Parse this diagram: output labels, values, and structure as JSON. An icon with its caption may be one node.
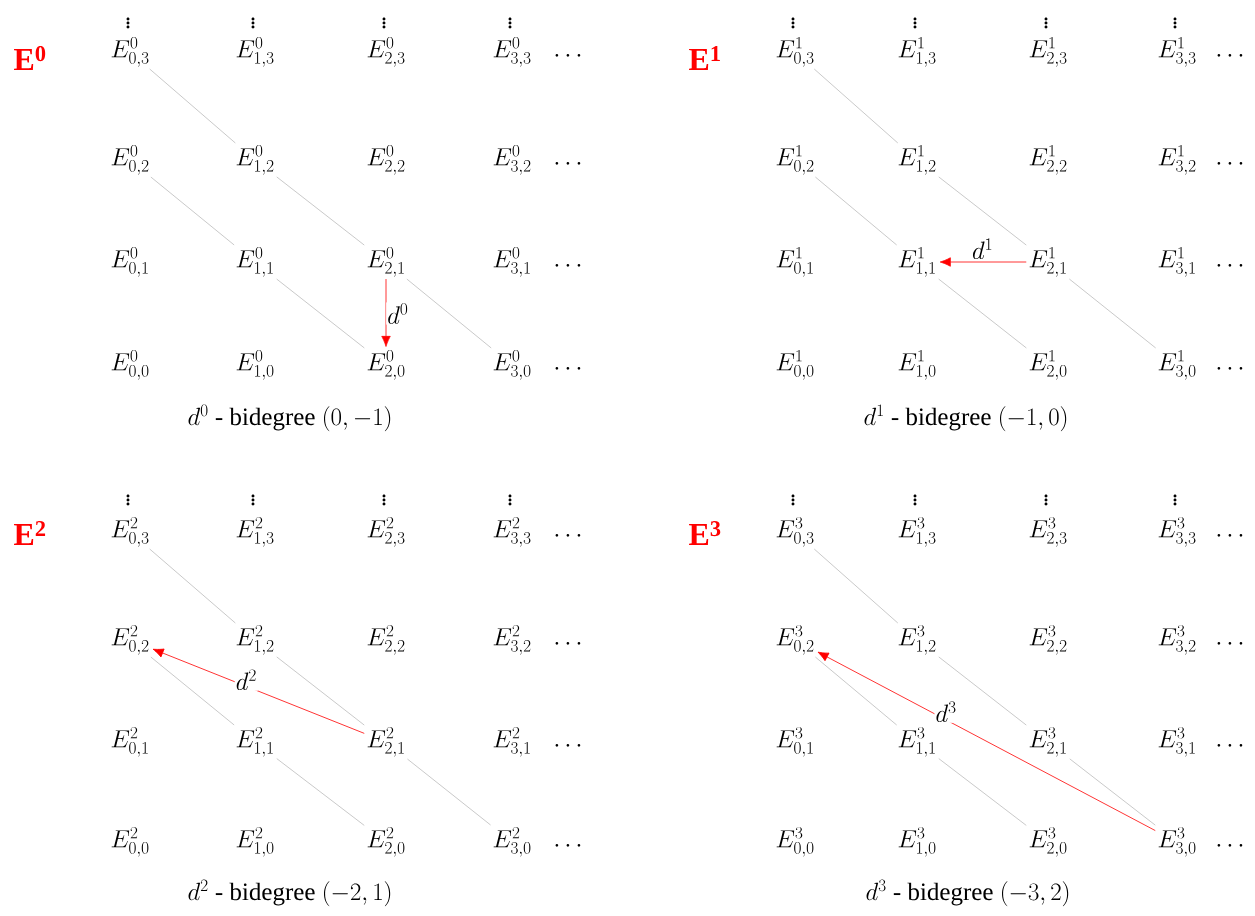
{
  "diagram": {
    "nodes": [
      {
        "text": [
          "E^{0}_{0,3}"
        ]
      },
      {
        "text": [
          "E^{0}_{1,3}"
        ]
      },
      {
        "text": [
          "E^{0}_{2,3}"
        ]
      },
      {
        "text": [
          "E^{0}_{3,3}"
        ]
      },
      {
        "text": [
          "E^{0}_{0,2}"
        ]
      },
      {
        "text": [
          "E^{0}_{1,2}"
        ]
      },
      {
        "text": [
          "E^{0}_{2,2}"
        ]
      },
      {
        "text": [
          "E^{0}_{3,2}"
        ]
      },
      {
        "text": [
          "E^{0}_{0,1}"
        ]
      },
      {
        "text": [
          "E^{0}_{1,1}"
        ]
      },
      {
        "text": [
          "E^{0}_{2,1}"
        ]
      },
      {
        "text": [
          "E^{0}_{3,1}"
        ]
      },
      {
        "text": [
          "E^{0}_{0,0}"
        ]
      },
      {
        "text": [
          "E^{0}_{1,0}"
        ]
      },
      {
        "text": [
          "E^{0}_{2,0}"
        ]
      },
      {
        "text": [
          "E^{0}_{3,0}"
        ]
      },
      {
        "text": [
          "E^{1}_{0,3}"
        ]
      },
      {
        "text": [
          "E^{1}_{1,3}"
        ]
      },
      {
        "text": [
          "E^{1}_{2,3}"
        ]
      },
      {
        "text": [
          "E^{1}_{3,3}"
        ]
      },
      {
        "text": [
          "E^{1}_{0,2}"
        ]
      },
      {
        "text": [
          "E^{1}_{1,2}"
        ]
      },
      {
        "text": [
          "E^{1}_{2,2}"
        ]
      },
      {
        "text": [
          "E^{1}_{3,2}"
        ]
      },
      {
        "text": [
          "E^{1}_{0,1}"
        ]
      },
      {
        "text": [
          "E^{1}_{1,1}"
        ]
      },
      {
        "text": [
          "E^{1}_{2,1}"
        ]
      },
      {
        "text": [
          "E^{1}_{3,1}"
        ]
      },
      {
        "text": [
          "E^{1}_{0,0}"
        ]
      },
      {
        "text": [
          "E^{1}_{1,0}"
        ]
      },
      {
        "text": [
          "E^{1}_{2,0}"
        ]
      },
      {
        "text": [
          "E^{1}_{3,0}"
        ]
      },
      {
        "text": [
          "E^{2}_{0,3}"
        ]
      },
      {
        "text": [
          "E^{2}_{1,3}"
        ]
      },
      {
        "text": [
          "E^{2}_{2,3}"
        ]
      },
      {
        "text": [
          "E^{2}_{3,3}"
        ]
      },
      {
        "text": [
          "E^{2}_{0,2}"
        ]
      },
      {
        "text": [
          "E^{2}_{1,2}"
        ]
      },
      {
        "text": [
          "E^{2}_{2,2}"
        ]
      },
      {
        "text": [
          "E^{2}_{3,2}"
        ]
      },
      {
        "text": [
          "E^{2}_{0,1}"
        ]
      },
      {
        "text": [
          "E^{2}_{1,1}"
        ]
      },
      {
        "text": [
          "E^{2}_{2,1}"
        ]
      },
      {
        "text": [
          "E^{2}_{3,1}"
        ]
      },
      {
        "text": [
          "E^{2}_{0,0}"
        ]
      },
      {
        "text": [
          "E^{2}_{1,0}"
        ]
      },
      {
        "text": [
          "E^{2}_{2,0}"
        ]
      },
      {
        "text": [
          "E^{2}_{3,0}"
        ]
      },
      {
        "text": [
          "E^{3}_{0,3}"
        ]
      },
      {
        "text": [
          "E^{3}_{1,3}"
        ]
      },
      {
        "text": [
          "E^{3}_{2,3}"
        ]
      },
      {
        "text": [
          "E^{3}_{3,3}"
        ]
      },
      {
        "text": [
          "E^{3}_{0,2}"
        ]
      },
      {
        "text": [
          "E^{3}_{1,2}"
        ]
      },
      {
        "text": [
          "E^{3}_{2,2}"
        ]
      },
      {
        "text": [
          "E^{3}_{3,2}"
        ]
      },
      {
        "text": [
          "E^{3}_{0,1}"
        ]
      },
      {
        "text": [
          "E^{3}_{1,1}"
        ]
      },
      {
        "text": [
          "E^{3}_{2,1}"
        ]
      },
      {
        "text": [
          "E^{3}_{3,1}"
        ]
      },
      {
        "text": [
          "E^{3}_{0,0}"
        ]
      },
      {
        "text": [
          "E^{3}_{1,0}"
        ]
      },
      {
        "text": [
          "E^{3}_{2,0}"
        ]
      },
      {
        "text": [
          "E^{3}_{3,0}"
        ]
      }
    ],
    "edges": [
      {
        "from": 0,
        "to": 5,
        "arrow": "none"
      },
      {
        "from": 5,
        "to": 10,
        "arrow": "none"
      },
      {
        "from": 10,
        "to": 15,
        "arrow": "none"
      },
      {
        "from": 4,
        "to": 9,
        "arrow": "none"
      },
      {
        "from": 9,
        "to": 14,
        "arrow": "none"
      },
      {
        "from": 10,
        "to": 14,
        "arrow": "to",
        "label": "d^{0}",
        "color": "#ff0000"
      },
      {
        "from": 16,
        "to": 21,
        "arrow": "none"
      },
      {
        "from": 21,
        "to": 26,
        "arrow": "none"
      },
      {
        "from": 26,
        "to": 31,
        "arrow": "none"
      },
      {
        "from": 20,
        "to": 25,
        "arrow": "none"
      },
      {
        "from": 25,
        "to": 30,
        "arrow": "none"
      },
      {
        "from": 26,
        "to": 25,
        "arrow": "to",
        "label": "d^{1}",
        "color": "#ff0000"
      },
      {
        "from": 32,
        "to": 37,
        "arrow": "none"
      },
      {
        "from": 37,
        "to": 42,
        "arrow": "none"
      },
      {
        "from": 42,
        "to": 47,
        "arrow": "none"
      },
      {
        "from": 36,
        "to": 41,
        "arrow": "none"
      },
      {
        "from": 41,
        "to": 46,
        "arrow": "none"
      },
      {
        "from": 42,
        "to": 36,
        "arrow": "to",
        "label": "d^{2}",
        "color": "#ff0000"
      },
      {
        "from": 48,
        "to": 53,
        "arrow": "none"
      },
      {
        "from": 53,
        "to": 58,
        "arrow": "none"
      },
      {
        "from": 58,
        "to": 63,
        "arrow": "none"
      },
      {
        "from": 52,
        "to": 57,
        "arrow": "none"
      },
      {
        "from": 57,
        "to": 62,
        "arrow": "none"
      },
      {
        "from": 63,
        "to": 52,
        "arrow": "to",
        "label": "d^{3}",
        "color": "#ff0000"
      }
    ],
    "labels": [
      "\\mathbf{E^{0}}",
      "\\vdots",
      "\\vdots",
      "\\vdots",
      "\\vdots",
      "\\cdots",
      "\\cdots",
      "\\cdots",
      "\\cdots",
      "d^{0}\\text{ - bidegree }(0,-1)",
      "\\mathbf{E^{1}}",
      "\\vdots",
      "\\vdots",
      "\\vdots",
      "\\vdots",
      "\\cdots",
      "\\cdots",
      "\\cdots",
      "\\cdots",
      "d^{1}\\text{ - bidegree }(-1,0)",
      "\\mathbf{E^{2}}",
      "\\vdots",
      "\\vdots",
      "\\vdots",
      "\\vdots",
      "\\cdots",
      "\\cdots",
      "\\cdots",
      "\\cdots",
      "d^{2}\\text{ - bidegree }(-2,1)",
      "\\mathbf{E^{3}}",
      "\\vdots",
      "\\vdots",
      "\\vdots",
      "\\vdots",
      "\\cdots",
      "\\cdots",
      "\\cdots",
      "\\cdots",
      "d^{3}\\text{ - bidegree }(-3,2)"
    ]
  }
}
